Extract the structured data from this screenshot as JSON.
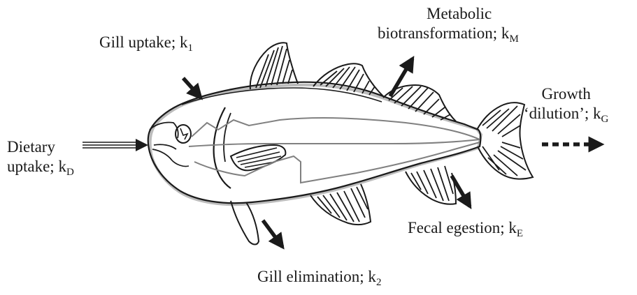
{
  "labels": {
    "gill_uptake": {
      "text": "Gill uptake; k",
      "sub": "1"
    },
    "metabolic": {
      "line1": "Metabolic",
      "line2": "biotransformation; k",
      "sub": "M"
    },
    "growth": {
      "line1": "Growth",
      "line2": "‘dilution’; k",
      "sub": "G"
    },
    "dietary": {
      "line1": "Dietary",
      "line2": "uptake; k",
      "sub": "D"
    },
    "fecal": {
      "text": "Fecal egestion; k",
      "sub": "E"
    },
    "gill_elimination": {
      "text": "Gill elimination; k",
      "sub": "2"
    }
  },
  "colors": {
    "ink": "#1a1a1a",
    "fish_outline": "#1a1a1a",
    "fish_shadow": "#bcbcbc",
    "inner_line": "#808080",
    "background": "#ffffff"
  }
}
